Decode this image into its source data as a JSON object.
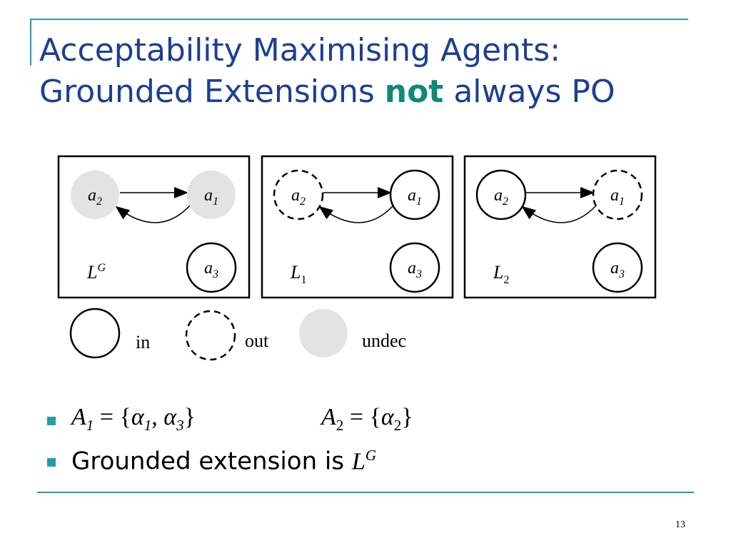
{
  "slide": {
    "title_line1": "Acceptability Maximising Agents:",
    "title_line2_pre": "Grounded Extensions ",
    "title_line2_highlight": "not",
    "title_line2_post": " always PO",
    "page_number": "13"
  },
  "colors": {
    "title": "#1b3f94",
    "highlight": "#0e8a76",
    "rule": "#2a9aa3",
    "bullet": "#1fa0a5",
    "undec_fill": "#e3e3e3"
  },
  "panels": [
    {
      "label": "L",
      "label_sup": "G",
      "label_sub": "",
      "nodes": [
        {
          "id": "a2",
          "letter": "a",
          "sub": "2",
          "status": "undec"
        },
        {
          "id": "a1",
          "letter": "a",
          "sub": "1",
          "status": "undec"
        },
        {
          "id": "a3",
          "letter": "a",
          "sub": "3",
          "status": "in"
        }
      ]
    },
    {
      "label": "L",
      "label_sup": "",
      "label_sub": "1",
      "nodes": [
        {
          "id": "a2",
          "letter": "a",
          "sub": "2",
          "status": "out"
        },
        {
          "id": "a1",
          "letter": "a",
          "sub": "1",
          "status": "in"
        },
        {
          "id": "a3",
          "letter": "a",
          "sub": "3",
          "status": "in"
        }
      ]
    },
    {
      "label": "L",
      "label_sup": "",
      "label_sub": "2",
      "nodes": [
        {
          "id": "a2",
          "letter": "a",
          "sub": "2",
          "status": "in"
        },
        {
          "id": "a1",
          "letter": "a",
          "sub": "1",
          "status": "out"
        },
        {
          "id": "a3",
          "letter": "a",
          "sub": "3",
          "status": "in"
        }
      ]
    }
  ],
  "legend": [
    {
      "status": "in",
      "label": "in"
    },
    {
      "status": "out",
      "label": "out"
    },
    {
      "status": "undec",
      "label": "undec"
    }
  ],
  "bullets": {
    "b1": {
      "a1_letter": "A",
      "a1_sub": "1",
      "a1_eq": " = {",
      "alpha": "α",
      "s1": "1",
      "comma": ", ",
      "s3": "3",
      "close": "}",
      "a2_letter": "A",
      "a2_sub": "2",
      "a2_eq": " = {",
      "s2": "2"
    },
    "b2": {
      "text": "Grounded extension is ",
      "L": "L",
      "G": "G"
    }
  }
}
